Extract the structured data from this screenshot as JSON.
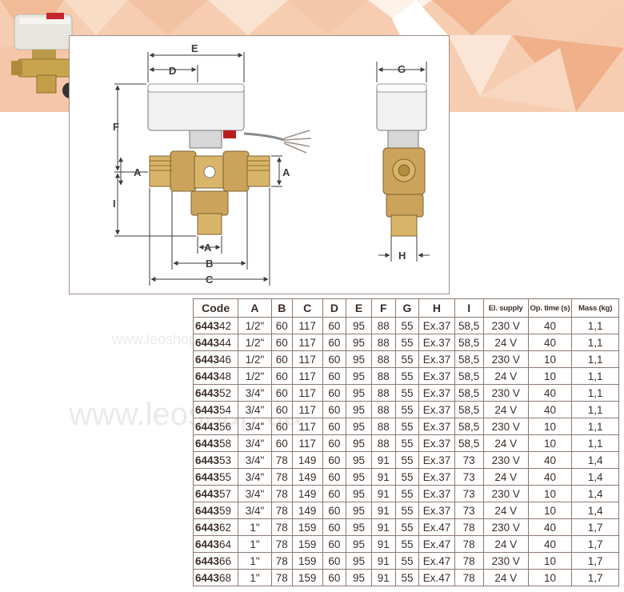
{
  "watermark": "www.leoshop.ua",
  "dimension_labels": {
    "e": "E",
    "d": "D",
    "f": "F",
    "a_left": "A",
    "a_right": "A",
    "i": "I",
    "a_bottom": "A",
    "b": "B",
    "c": "C",
    "g": "G",
    "h": "H"
  },
  "table": {
    "headers": [
      "Code",
      "A",
      "B",
      "C",
      "D",
      "E",
      "F",
      "G",
      "H",
      "I",
      "El. supply",
      "Op. time (s)",
      "Mass (kg)"
    ],
    "rows": [
      {
        "prefix": "6443",
        "suffix": "42",
        "cells": [
          "1/2\"",
          "60",
          "117",
          "60",
          "95",
          "88",
          "55",
          "Ex.37",
          "58,5",
          "230 V",
          "40",
          "1,1"
        ]
      },
      {
        "prefix": "6443",
        "suffix": "44",
        "cells": [
          "1/2\"",
          "60",
          "117",
          "60",
          "95",
          "88",
          "55",
          "Ex.37",
          "58,5",
          "24 V",
          "40",
          "1,1"
        ]
      },
      {
        "prefix": "6443",
        "suffix": "46",
        "cells": [
          "1/2\"",
          "60",
          "117",
          "60",
          "95",
          "88",
          "55",
          "Ex.37",
          "58,5",
          "230 V",
          "10",
          "1,1"
        ]
      },
      {
        "prefix": "6443",
        "suffix": "48",
        "cells": [
          "1/2\"",
          "60",
          "117",
          "60",
          "95",
          "88",
          "55",
          "Ex.37",
          "58,5",
          "24 V",
          "10",
          "1,1"
        ]
      },
      {
        "prefix": "6443",
        "suffix": "52",
        "cells": [
          "3/4\"",
          "60",
          "117",
          "60",
          "95",
          "88",
          "55",
          "Ex.37",
          "58,5",
          "230 V",
          "40",
          "1,1"
        ]
      },
      {
        "prefix": "6443",
        "suffix": "54",
        "cells": [
          "3/4\"",
          "60",
          "117",
          "60",
          "95",
          "88",
          "55",
          "Ex.37",
          "58,5",
          "24 V",
          "40",
          "1,1"
        ]
      },
      {
        "prefix": "6443",
        "suffix": "56",
        "cells": [
          "3/4\"",
          "60",
          "117",
          "60",
          "95",
          "88",
          "55",
          "Ex.37",
          "58,5",
          "230 V",
          "10",
          "1,1"
        ]
      },
      {
        "prefix": "6443",
        "suffix": "58",
        "cells": [
          "3/4\"",
          "60",
          "117",
          "60",
          "95",
          "88",
          "55",
          "Ex.37",
          "58,5",
          "24 V",
          "10",
          "1,1"
        ]
      },
      {
        "prefix": "6443",
        "suffix": "53",
        "cells": [
          "3/4\"",
          "78",
          "149",
          "60",
          "95",
          "91",
          "55",
          "Ex.37",
          "73",
          "230 V",
          "40",
          "1,4"
        ]
      },
      {
        "prefix": "6443",
        "suffix": "55",
        "cells": [
          "3/4\"",
          "78",
          "149",
          "60",
          "95",
          "91",
          "55",
          "Ex.37",
          "73",
          "24 V",
          "40",
          "1,4"
        ]
      },
      {
        "prefix": "6443",
        "suffix": "57",
        "cells": [
          "3/4\"",
          "78",
          "149",
          "60",
          "95",
          "91",
          "55",
          "Ex.37",
          "73",
          "230 V",
          "10",
          "1,4"
        ]
      },
      {
        "prefix": "6443",
        "suffix": "59",
        "cells": [
          "3/4\"",
          "78",
          "149",
          "60",
          "95",
          "91",
          "55",
          "Ex.37",
          "73",
          "24 V",
          "10",
          "1,4"
        ]
      },
      {
        "prefix": "6443",
        "suffix": "62",
        "cells": [
          "1\"",
          "78",
          "159",
          "60",
          "95",
          "91",
          "55",
          "Ex.47",
          "78",
          "230 V",
          "40",
          "1,7"
        ]
      },
      {
        "prefix": "6443",
        "suffix": "64",
        "cells": [
          "1\"",
          "78",
          "159",
          "60",
          "95",
          "91",
          "55",
          "Ex.47",
          "78",
          "24 V",
          "40",
          "1,7"
        ]
      },
      {
        "prefix": "6443",
        "suffix": "66",
        "cells": [
          "1\"",
          "78",
          "159",
          "60",
          "95",
          "91",
          "55",
          "Ex.47",
          "78",
          "230 V",
          "10",
          "1,7"
        ]
      },
      {
        "prefix": "6443",
        "suffix": "68",
        "cells": [
          "1\"",
          "78",
          "159",
          "60",
          "95",
          "91",
          "55",
          "Ex.47",
          "78",
          "24 V",
          "10",
          "1,7"
        ]
      }
    ]
  }
}
